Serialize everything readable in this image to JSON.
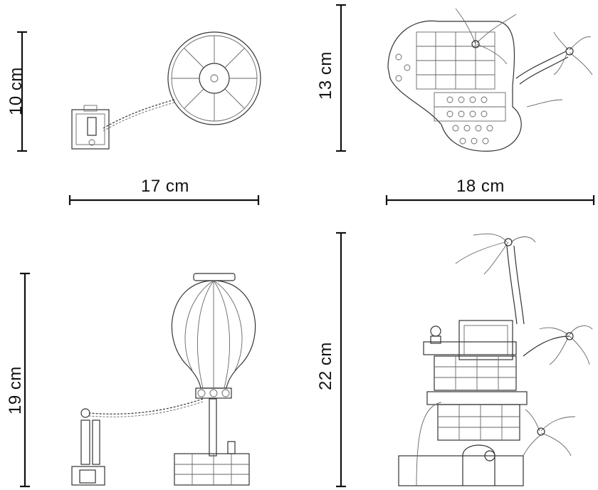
{
  "dimensions": {
    "top_left_height": "10 cm",
    "top_width_left": "17 cm",
    "top_right_height": "13 cm",
    "top_width_right": "18 cm",
    "bottom_left_height": "19 cm",
    "bottom_right_height": "22 cm"
  },
  "colors": {
    "line": "#333333",
    "dimension": "#111111",
    "background": "#ffffff"
  }
}
